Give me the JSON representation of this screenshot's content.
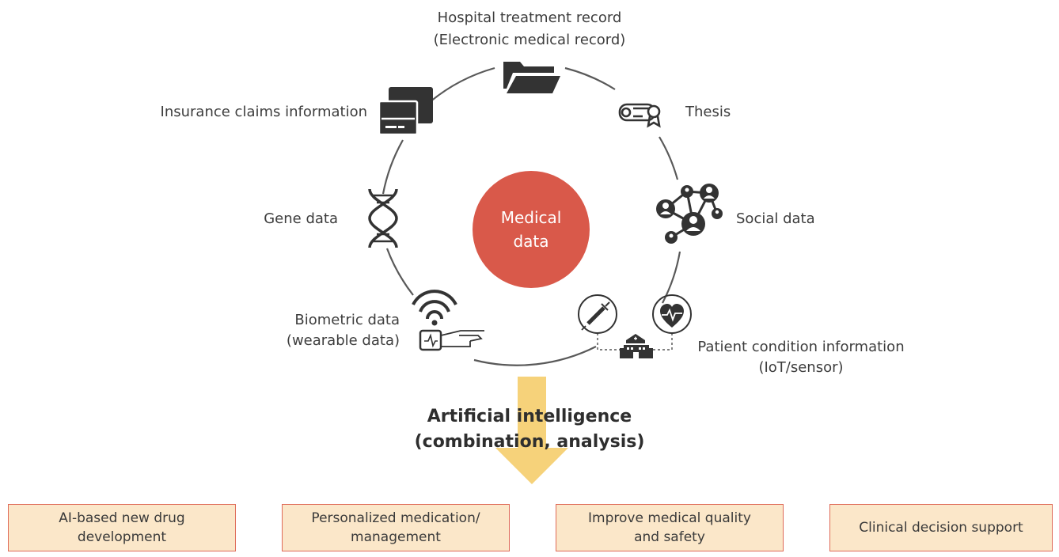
{
  "center": {
    "label": "Medical\ndata"
  },
  "sources": {
    "hospital": "Hospital treatment record",
    "hospital_sub": "(Electronic medical record)",
    "thesis": "Thesis",
    "insurance": "Insurance claims information",
    "social": "Social data",
    "gene": "Gene data",
    "biometric": "Biometric data",
    "biometric_sub": "(wearable data)",
    "patient": "Patient condition information",
    "patient_sub": "(IoT/sensor)"
  },
  "ai": {
    "title": "Artificial intelligence\n(combination, analysis)"
  },
  "outcomes": [
    {
      "label": "AI-based new drug\ndevelopment"
    },
    {
      "label": "Personalized medication/\nmanagement"
    },
    {
      "label": "Improve medical quality\nand safety"
    },
    {
      "label": "Clinical decision support"
    }
  ],
  "colors": {
    "center": "#d9594a",
    "arrow": "#f6d27a",
    "box_fill": "#fbe7c9",
    "box_border": "#df6a58",
    "icon": "#333333"
  },
  "icons": [
    "folder-icon",
    "diploma-scroll-icon",
    "wallet-card-icon",
    "social-network-icon",
    "dna-icon",
    "wearable-wifi-icon",
    "syringe-icon",
    "heart-pulse-icon",
    "hospital-icon"
  ]
}
